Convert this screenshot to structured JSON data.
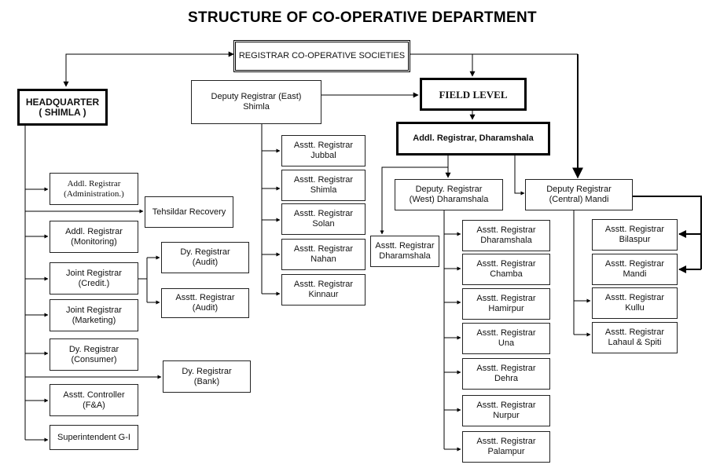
{
  "title": "STRUCTURE OF CO-OPERATIVE  DEPARTMENT",
  "nodes": {
    "registrar": [
      "REGISTRAR CO-OPERATIVE  SOCIETIES"
    ],
    "headquarter": [
      "HEADQUARTER",
      "( SHIMLA )"
    ],
    "dr_east": [
      "Deputy Registrar (East)",
      "Shimla"
    ],
    "field_level": [
      "FIELD LEVEL"
    ],
    "addl_dharamshala": [
      "Addl. Registrar, Dharamshala"
    ],
    "hq_addl_admin": [
      "Addl. Registrar",
      "(Administration.)"
    ],
    "tehsildar": [
      "Tehsildar Recovery"
    ],
    "hq_addl_monitoring": [
      "Addl. Registrar",
      "(Monitoring)"
    ],
    "hq_joint_credit": [
      "Joint Registrar",
      "(Credit.)"
    ],
    "hq_dy_audit": [
      "Dy. Registrar",
      "(Audit)"
    ],
    "hq_asstt_audit": [
      "Asstt. Registrar",
      "(Audit)"
    ],
    "hq_joint_marketing": [
      "Joint Registrar",
      "(Marketing)"
    ],
    "hq_dy_consumer": [
      "Dy. Registrar",
      "(Consumer)"
    ],
    "hq_dy_bank": [
      "Dy. Registrar",
      "(Bank)"
    ],
    "hq_asstt_controller": [
      "Asstt. Controller",
      "(F&A)"
    ],
    "hq_superintendent": [
      "Superintendent G-I"
    ],
    "east_jubbal": [
      "Asstt. Registrar",
      "Jubbal"
    ],
    "east_shimla": [
      "Asstt. Registrar",
      "Shimla"
    ],
    "east_solan": [
      "Asstt. Registrar",
      "Solan"
    ],
    "east_nahan": [
      "Asstt. Registrar",
      "Nahan"
    ],
    "east_kinnaur": [
      "Asstt. Registrar",
      "Kinnaur"
    ],
    "dr_west": [
      "Deputy. Registrar",
      "(West) Dharamshala"
    ],
    "dr_central": [
      "Deputy Registrar",
      "(Central)  Mandi"
    ],
    "asstt_dharamshala_direct": [
      "Asstt. Registrar",
      "Dharamshala"
    ],
    "west_dharamshala": [
      "Asstt. Registrar",
      "Dharamshala"
    ],
    "west_chamba": [
      "Asstt. Registrar",
      "Chamba"
    ],
    "west_hamirpur": [
      "Asstt. Registrar",
      "Hamirpur"
    ],
    "west_una": [
      "Asstt. Registrar",
      "Una"
    ],
    "west_dehra": [
      "Asstt. Registrar",
      "Dehra"
    ],
    "west_nurpur": [
      "Asstt. Registrar",
      "Nurpur"
    ],
    "west_palampur": [
      "Asstt. Registrar",
      "Palampur"
    ],
    "central_bilaspur": [
      "Asstt. Registrar",
      "Bilaspur"
    ],
    "central_mandi": [
      "Asstt. Registrar",
      "Mandi"
    ],
    "central_kullu": [
      "Asstt. Registrar",
      "Kullu"
    ],
    "central_lahaul": [
      "Asstt. Registrar",
      "Lahaul & Spiti"
    ]
  },
  "edges": [
    [
      "registrar",
      "headquarter"
    ],
    [
      "registrar",
      "field_level"
    ],
    [
      "registrar",
      "dr_central"
    ],
    [
      "dr_east",
      "field_level"
    ],
    [
      "field_level",
      "addl_dharamshala"
    ],
    [
      "headquarter",
      "hq_addl_admin"
    ],
    [
      "headquarter",
      "tehsildar"
    ],
    [
      "headquarter",
      "hq_addl_monitoring"
    ],
    [
      "headquarter",
      "hq_joint_credit"
    ],
    [
      "headquarter",
      "hq_joint_marketing"
    ],
    [
      "headquarter",
      "hq_dy_consumer"
    ],
    [
      "headquarter",
      "hq_dy_bank"
    ],
    [
      "headquarter",
      "hq_asstt_controller"
    ],
    [
      "headquarter",
      "hq_superintendent"
    ],
    [
      "hq_joint_credit",
      "hq_dy_audit"
    ],
    [
      "hq_joint_credit",
      "hq_asstt_audit"
    ],
    [
      "dr_east",
      "east_jubbal"
    ],
    [
      "dr_east",
      "east_shimla"
    ],
    [
      "dr_east",
      "east_solan"
    ],
    [
      "dr_east",
      "east_nahan"
    ],
    [
      "dr_east",
      "east_kinnaur"
    ],
    [
      "addl_dharamshala",
      "dr_west"
    ],
    [
      "addl_dharamshala",
      "dr_central"
    ],
    [
      "addl_dharamshala",
      "asstt_dharamshala_direct"
    ],
    [
      "dr_west",
      "west_dharamshala"
    ],
    [
      "dr_west",
      "west_chamba"
    ],
    [
      "dr_west",
      "west_hamirpur"
    ],
    [
      "dr_west",
      "west_una"
    ],
    [
      "dr_west",
      "west_dehra"
    ],
    [
      "dr_west",
      "west_nurpur"
    ],
    [
      "dr_west",
      "west_palampur"
    ],
    [
      "dr_central",
      "central_bilaspur"
    ],
    [
      "dr_central",
      "central_mandi"
    ],
    [
      "dr_central",
      "central_kullu"
    ],
    [
      "dr_central",
      "central_lahaul"
    ]
  ]
}
